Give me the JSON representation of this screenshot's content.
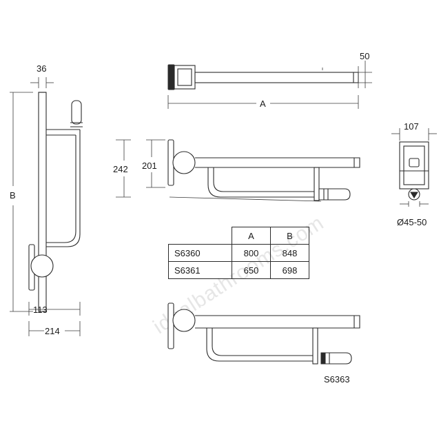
{
  "watermark": "idealbathrooms.com",
  "side_view": {
    "dim_top": "36",
    "dim_height": "B",
    "dim_bottom_inner": "113",
    "dim_bottom_outer": "214"
  },
  "top_view": {
    "dim_end": "50",
    "dim_length": "A"
  },
  "front_view": {
    "dim_outer": "242",
    "dim_inner": "201"
  },
  "end_view": {
    "dim_width": "107",
    "dim_diameter": "Ø45-50"
  },
  "table": {
    "headers": [
      "",
      "A",
      "B"
    ],
    "rows": [
      [
        "S6360",
        "800",
        "848"
      ],
      [
        "S6361",
        "650",
        "698"
      ]
    ]
  },
  "variant_label": "S6363"
}
